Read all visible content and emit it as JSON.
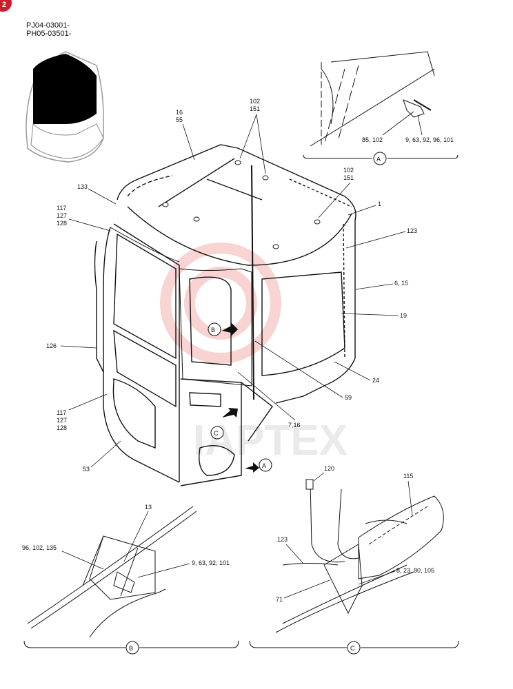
{
  "page_badge": "2",
  "serial_codes": [
    "PJ04-03001-",
    "PH05-03501-"
  ],
  "watermark": "IAPTEX",
  "detail_markers": {
    "a": "A",
    "b": "B",
    "c": "C"
  },
  "callouts": {
    "c16_55": [
      "16",
      "55"
    ],
    "c102_151_top": [
      "102",
      "151"
    ],
    "c102_151_right": [
      "102",
      "151"
    ],
    "c133": "133",
    "c117_127_128_top": [
      "117",
      "127",
      "128"
    ],
    "c1": "1",
    "c123": "123",
    "c6_15": "6, 15",
    "c19": "19",
    "c126": "126",
    "c24": "24",
    "c59": "59",
    "c7_16": "7,16",
    "c117_127_128_bottom": [
      "117",
      "127",
      "128"
    ],
    "c53": "53",
    "a_85_102": "85, 102",
    "a_9_63_92_96_101": "9, 63, 92, 96, 101",
    "b_13": "13",
    "b_96_102_135": "96, 102, 135",
    "b_9_63_92_101": "9, 63, 92, 101",
    "c_120": "120",
    "c_115": "115",
    "c_123": "123",
    "c_8_23_80_105": "8, 23, 80, 105",
    "c_71": "71"
  }
}
